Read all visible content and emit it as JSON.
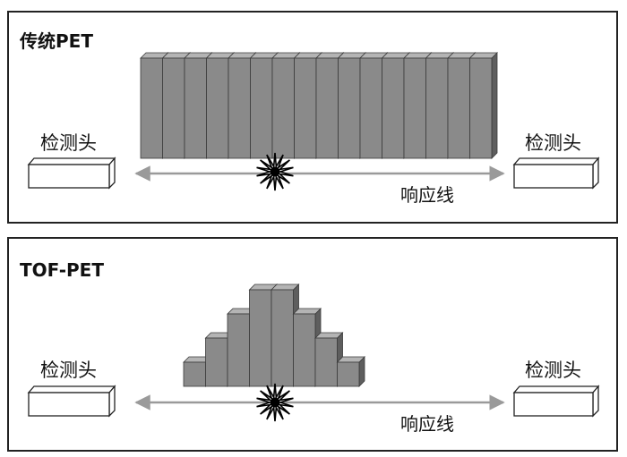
{
  "colors": {
    "bar_front": "#8a8a8a",
    "bar_top": "#b4b4b4",
    "bar_side": "#5e5e5e",
    "bar_stroke": "#3a3a3a",
    "line": "#9a9a9a",
    "star": "#000000",
    "frame": "#222222",
    "detector_fill": "#ffffff"
  },
  "icons": {
    "event": "burst-star-icon",
    "detector": "detector-box-icon"
  },
  "panels": [
    {
      "id": "conventional",
      "title": "传统PET",
      "detector_left_label": "检测头",
      "detector_right_label": "检测头",
      "line_label": "响应线",
      "profile": "uniform",
      "bar_count": 16,
      "bar_heights": [
        1,
        1,
        1,
        1,
        1,
        1,
        1,
        1,
        1,
        1,
        1,
        1,
        1,
        1,
        1,
        1
      ]
    },
    {
      "id": "tof",
      "title": "TOF-PET",
      "detector_left_label": "检测头",
      "detector_right_label": "检测头",
      "line_label": "响应线",
      "profile": "peaked",
      "bar_count": 8,
      "bar_heights": [
        1,
        2,
        3,
        4,
        4,
        3,
        2,
        1
      ]
    }
  ]
}
